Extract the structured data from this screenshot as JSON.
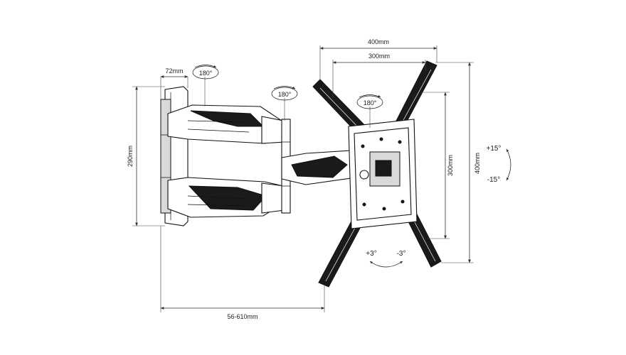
{
  "dimensions": {
    "arm_depth": "72mm",
    "plate_height": "290mm",
    "extension": "56-610mm",
    "hole_width_outer": "400mm",
    "hole_width_inner": "300mm",
    "hole_height_inner": "300mm",
    "hole_height_outer": "400mm"
  },
  "rotations": {
    "wall_pivot": "180°",
    "mid_pivot": "180°",
    "head_pivot": "180°"
  },
  "tilt": {
    "up": "+15°",
    "down": "-15°"
  },
  "level": {
    "plus": "+3°",
    "minus": "-3°"
  },
  "icons": [
    "rotation-arrow-icon",
    "dimension-arrow-icon"
  ]
}
